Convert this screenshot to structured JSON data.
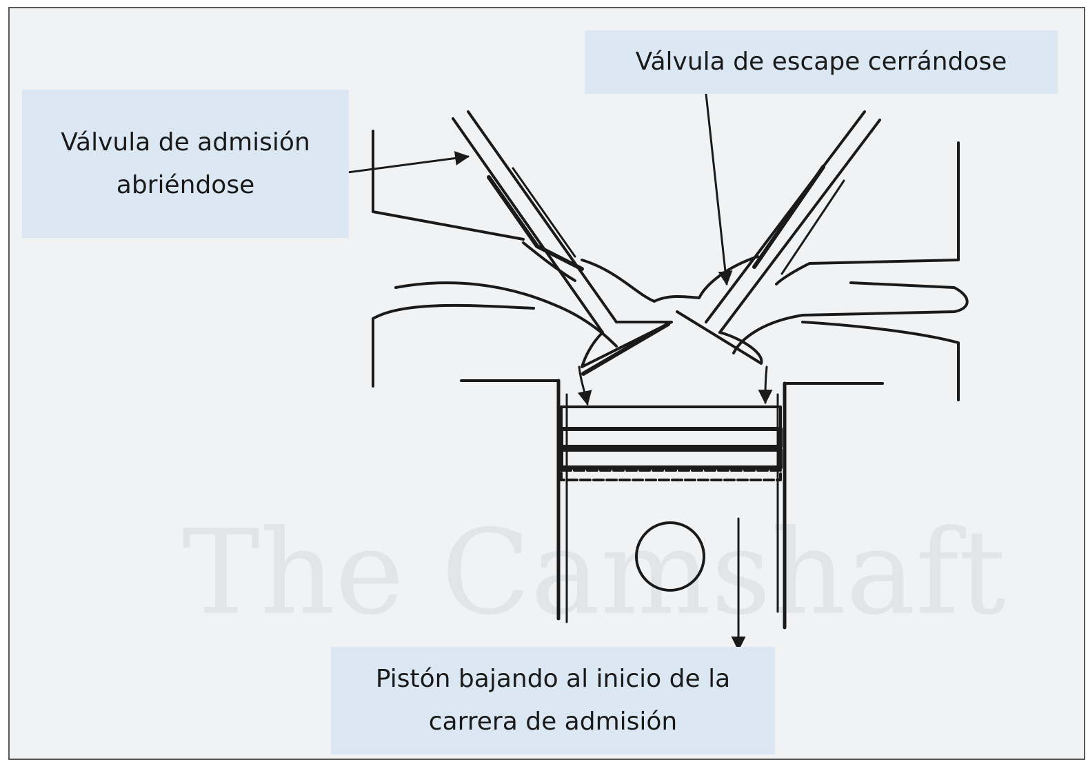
{
  "labels": {
    "intake_valve": {
      "line1": "Válvula de admisión",
      "line2": "abriéndose"
    },
    "exhaust_valve": {
      "line1": "Válvula de escape cerrándose"
    },
    "piston": {
      "line1": "Pistón bajando al inicio de la",
      "line2": "carrera de admisión"
    }
  },
  "colors": {
    "line": "#1a1a1a",
    "label_background": "#dbe7f2",
    "page_background": "#f0f2f4",
    "frame_border": "#5a5a5a"
  }
}
